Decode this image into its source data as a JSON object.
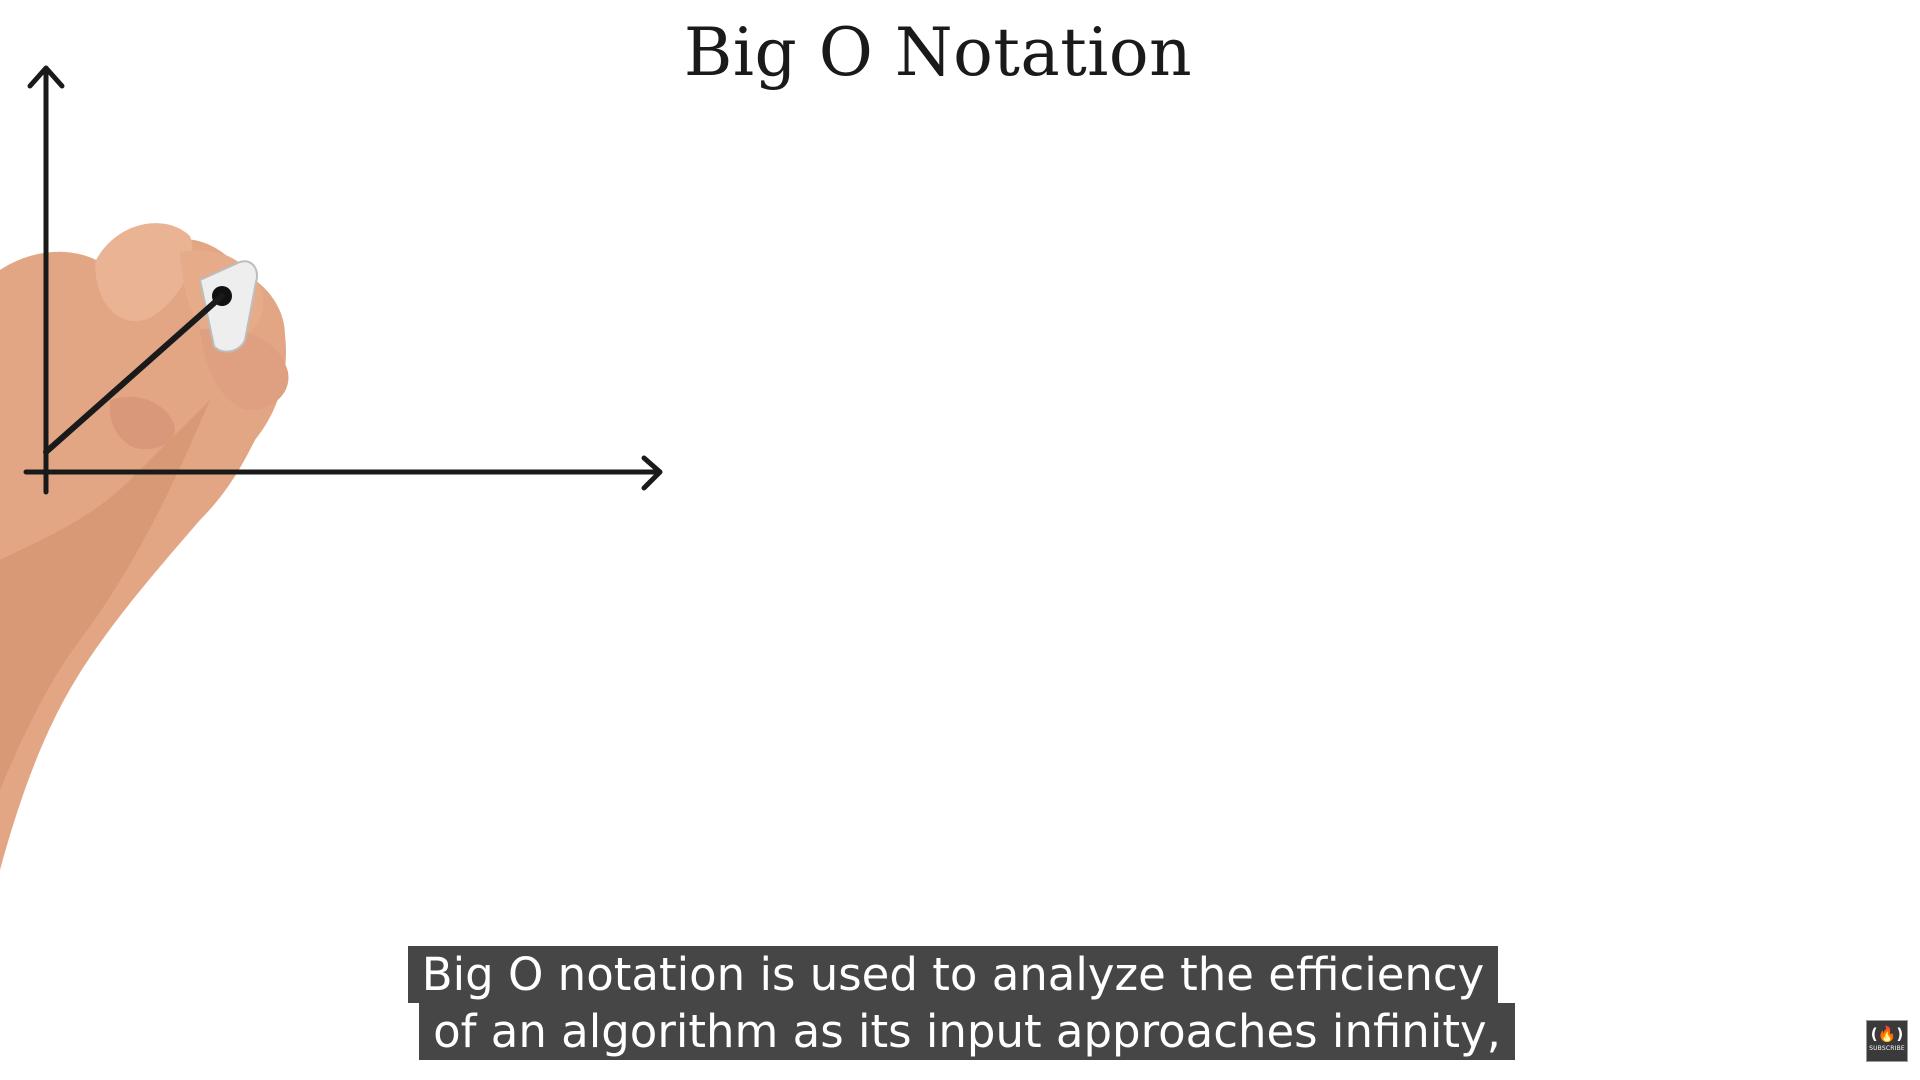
{
  "video": {
    "title": "Big O Notation",
    "captions": [
      "Big O notation is used to analyze the efficiency",
      "of an algorithm as its input approaches infinity,"
    ],
    "watermark": {
      "icon": "freecodecamp-flame-icon",
      "glyph": "(🔥)",
      "label": "SUBSCRIBE"
    }
  },
  "colors": {
    "background": "#ffffff",
    "ink": "#1a1a1a",
    "caption_bg": "#080808",
    "caption_text": "#ffffff",
    "skin": "#e4ab8b"
  }
}
